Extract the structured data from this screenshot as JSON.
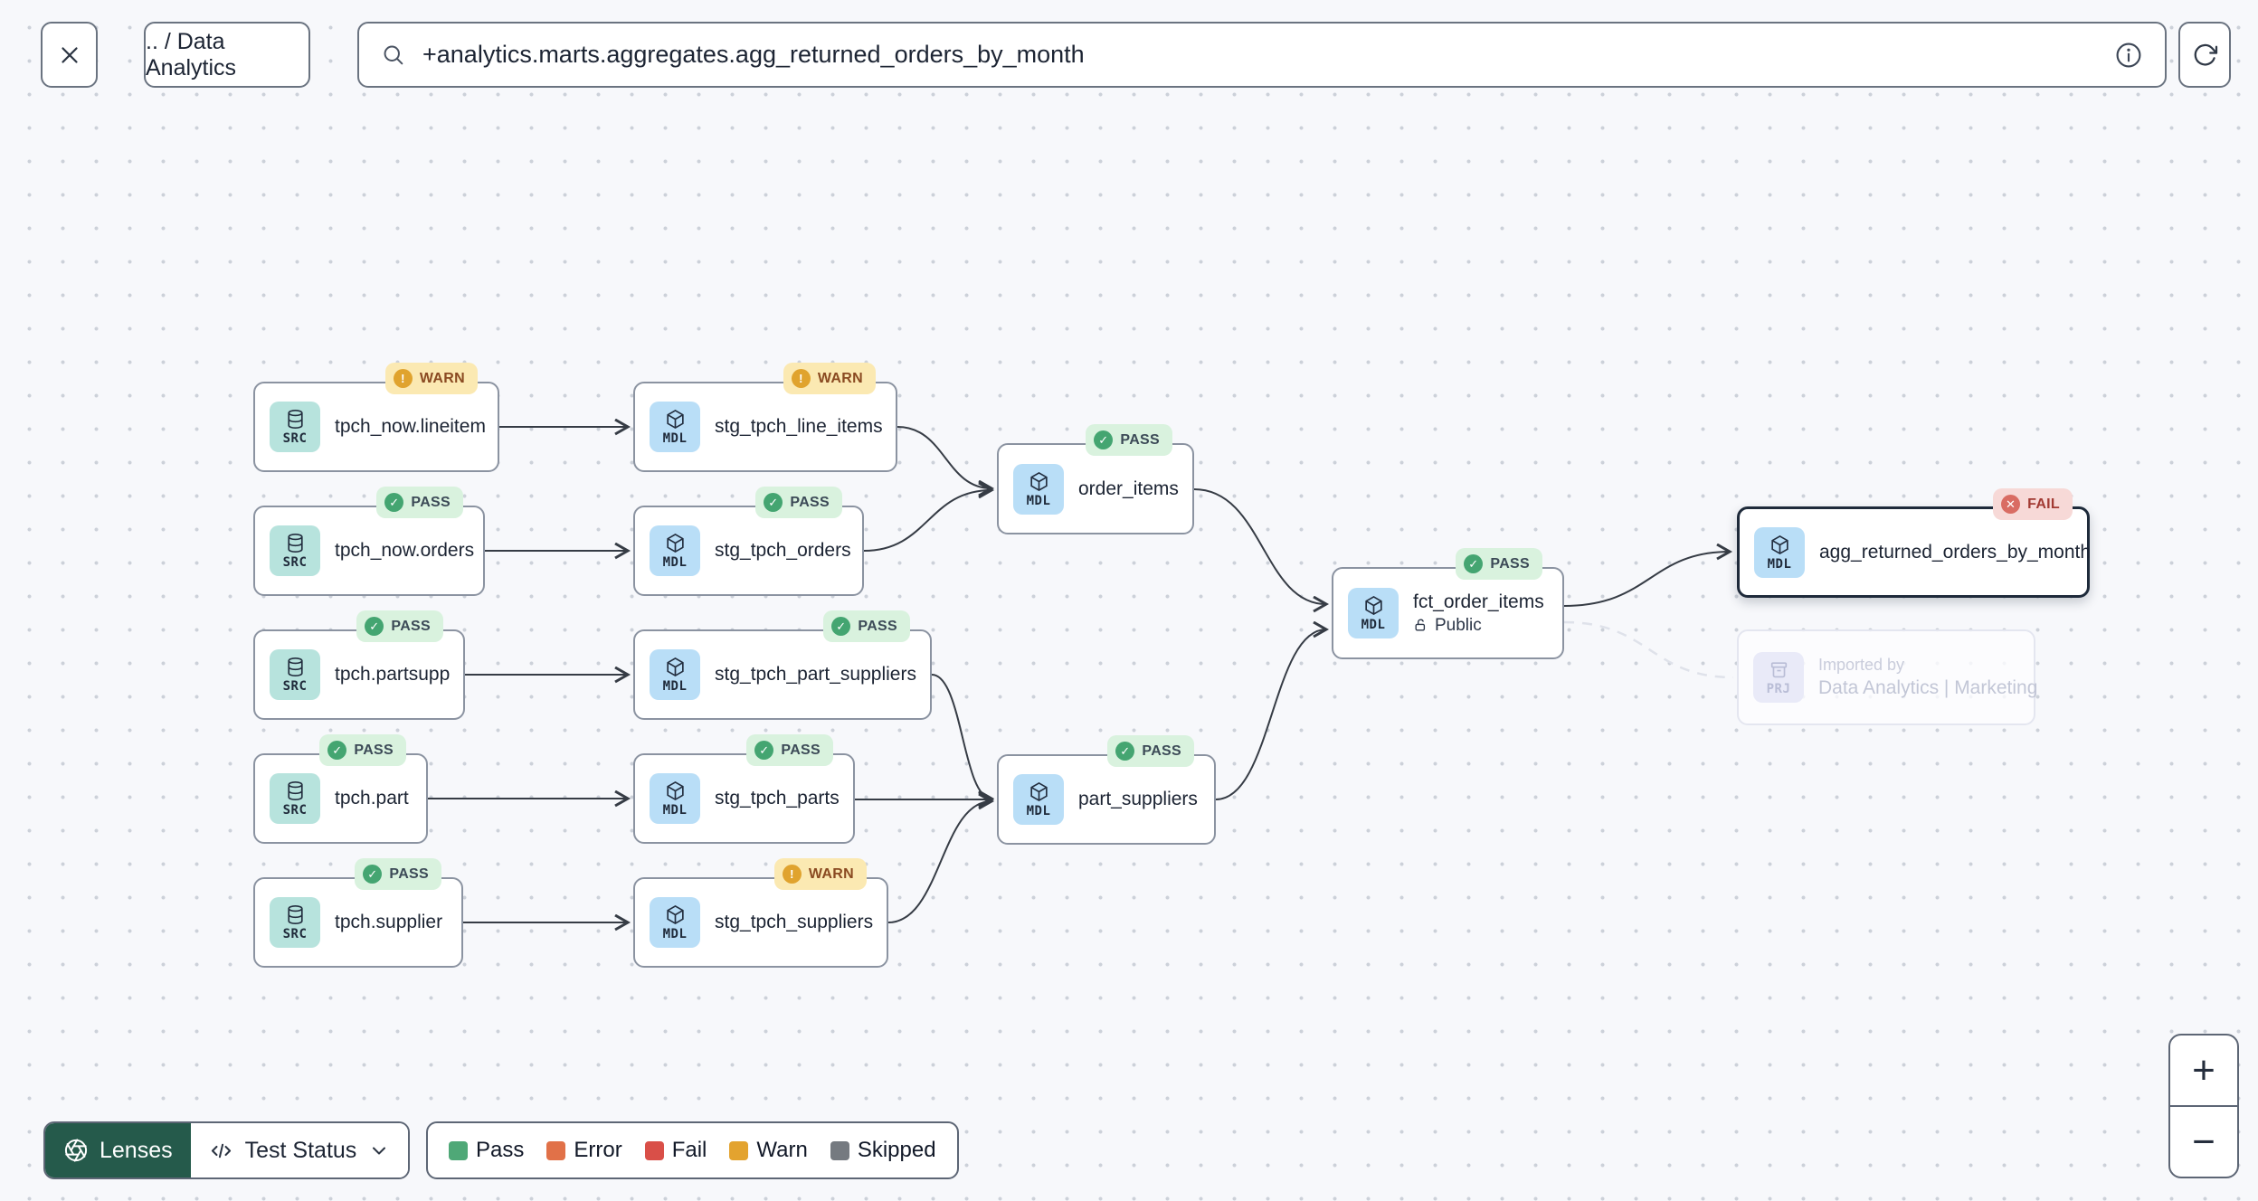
{
  "header": {
    "breadcrumb": ".. / Data Analytics",
    "search_value": "+analytics.marts.aggregates.agg_returned_orders_by_month"
  },
  "canvas": {
    "nodes": [
      {
        "type": "SRC",
        "label": "tpch_now.lineitem",
        "status": "WARN"
      },
      {
        "type": "MDL",
        "label": "stg_tpch_line_items",
        "status": "WARN"
      },
      {
        "type": "SRC",
        "label": "tpch_now.orders",
        "status": "PASS"
      },
      {
        "type": "MDL",
        "label": "stg_tpch_orders",
        "status": "PASS"
      },
      {
        "type": "SRC",
        "label": "tpch.partsupp",
        "status": "PASS"
      },
      {
        "type": "MDL",
        "label": "stg_tpch_part_suppliers",
        "status": "PASS"
      },
      {
        "type": "SRC",
        "label": "tpch.part",
        "status": "PASS"
      },
      {
        "type": "MDL",
        "label": "stg_tpch_parts",
        "status": "PASS"
      },
      {
        "type": "SRC",
        "label": "tpch.supplier",
        "status": "PASS"
      },
      {
        "type": "MDL",
        "label": "stg_tpch_suppliers",
        "status": "WARN"
      },
      {
        "type": "MDL",
        "label": "order_items",
        "status": "PASS"
      },
      {
        "type": "MDL",
        "label": "part_suppliers",
        "status": "PASS"
      },
      {
        "type": "MDL",
        "label": "fct_order_items",
        "status": "PASS",
        "access": "Public"
      },
      {
        "type": "MDL",
        "label": "agg_returned_orders_by_month",
        "status": "FAIL",
        "selected": true
      },
      {
        "type": "PRJ",
        "line1": "Imported by",
        "line2": "Data Analytics | Marketing"
      }
    ],
    "badge_glyphs": {
      "pass": "✓",
      "warn": "!",
      "fail": "✕"
    }
  },
  "footer": {
    "lenses_label": "Lenses",
    "lens_selector": "Test Status",
    "legend": [
      {
        "label": "Pass",
        "color": "#4fa877"
      },
      {
        "label": "Error",
        "color": "#e17148"
      },
      {
        "label": "Fail",
        "color": "#d94f48"
      },
      {
        "label": "Warn",
        "color": "#e3a32f"
      },
      {
        "label": "Skipped",
        "color": "#757a80"
      }
    ]
  },
  "zoom_controls": {
    "zoom_in": "+",
    "zoom_out": "−"
  },
  "palette": {
    "source_chip_bg": "#b7e3dd",
    "model_chip_bg": "#b9def7",
    "project_chip_bg": "#e9eaf8",
    "pass_badge_bg": "#d9f2de",
    "warn_badge_bg": "#fbe9b2",
    "fail_badge_bg": "#f7d9d7",
    "lenses_button_bg": "#255a4b"
  }
}
